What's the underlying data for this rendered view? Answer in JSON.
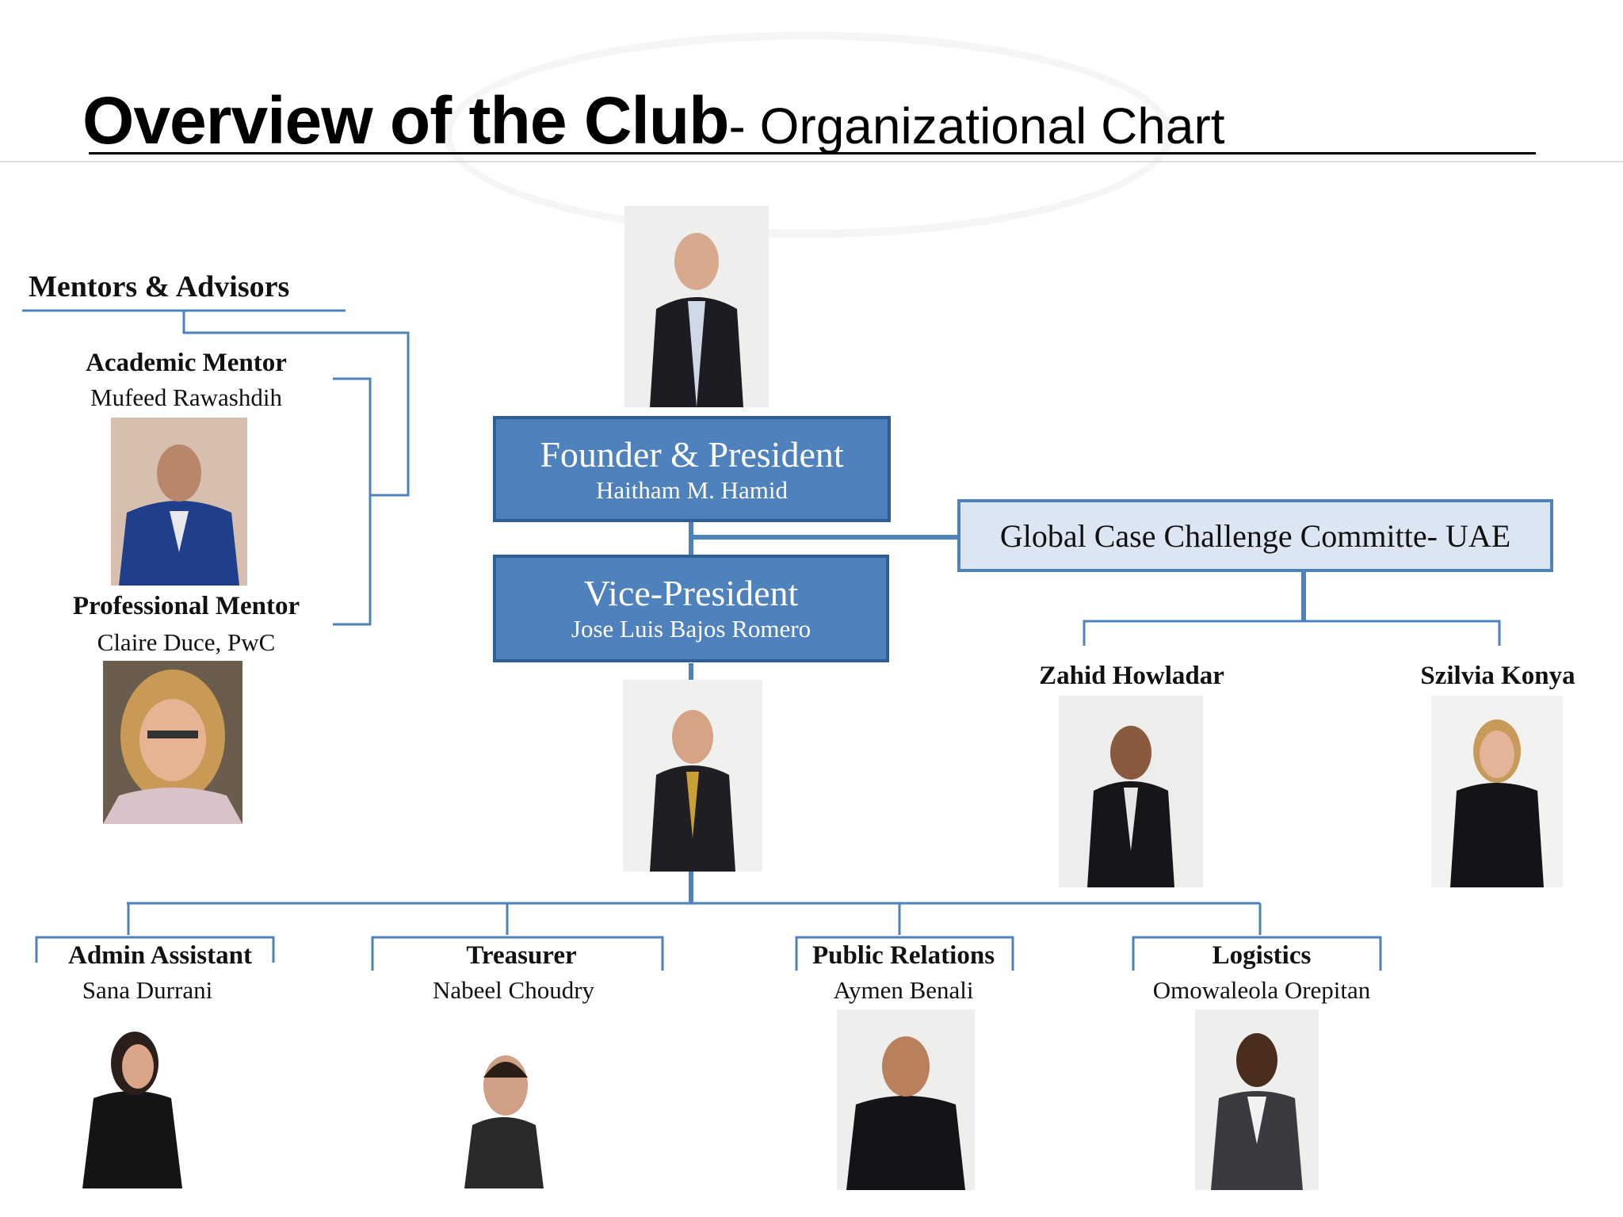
{
  "title": {
    "main": "Overview of the Club",
    "sub": "- Organizational Chart"
  },
  "mentors": {
    "heading": "Mentors & Advisors",
    "academic": {
      "role": "Academic Mentor",
      "name": "Mufeed Rawashdih"
    },
    "professional": {
      "role": "Professional Mentor",
      "name": "Claire Duce, PwC"
    }
  },
  "founder": {
    "role": "Founder & President",
    "name": "Haitham M. Hamid"
  },
  "vice": {
    "role": "Vice-President",
    "name": "Jose Luis Bajos Romero"
  },
  "committee": {
    "label": "Global Case Challenge Committe- UAE",
    "members": [
      "Zahid Howladar",
      "Szilvia Konya"
    ]
  },
  "team": [
    {
      "role": "Admin Assistant",
      "name": "Sana Durrani"
    },
    {
      "role": "Treasurer",
      "name": "Nabeel Choudry"
    },
    {
      "role": "Public Relations",
      "name": "Aymen Benali"
    },
    {
      "role": "Logistics",
      "name": "Omowaleola Orepitan"
    }
  ],
  "colors": {
    "box_fill": "#4f81bd",
    "box_border": "#2e5e96",
    "committee_fill": "#dce6f2",
    "connector": "#4f81bd"
  }
}
